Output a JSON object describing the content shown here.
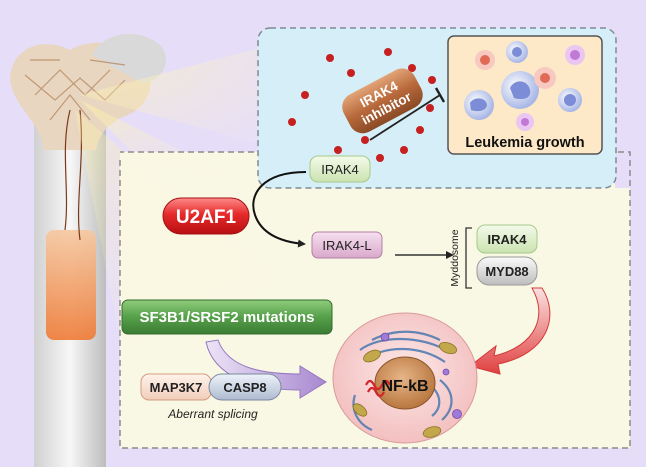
{
  "labels": {
    "irak4_inhibitor_line1": "IRAK4",
    "irak4_inhibitor_line2": "inhibitor",
    "leukemia_growth": "Leukemia growth",
    "irak4": "IRAK4",
    "u2af1": "U2AF1",
    "irak4_l": "IRAK4-L",
    "myddosome": "Myddosome",
    "myddosome_irak4": "IRAK4",
    "myd88": "MYD88",
    "sf3b1_srsf2": "SF3B1/SRSF2 mutations",
    "map3k7": "MAP3K7",
    "casp8": "CASP8",
    "aberrant_splicing": "Aberrant splicing",
    "nfkb": "NF-kB"
  },
  "colors": {
    "background": "#e6def8",
    "blue_panel": "#d5eef7",
    "yellow_panel": "#fbfae2",
    "u2af1_red": "#e0242a",
    "sf3b1_green": "#4f9a45",
    "irak4_green": "#e2f0d0",
    "irak4l_pink": "#e7c3de",
    "inhibitor_brown": "#b56a3c",
    "nucleus_brown": "#c98a55",
    "cell_pink": "#f5cccc",
    "dot_red": "#c62020"
  }
}
